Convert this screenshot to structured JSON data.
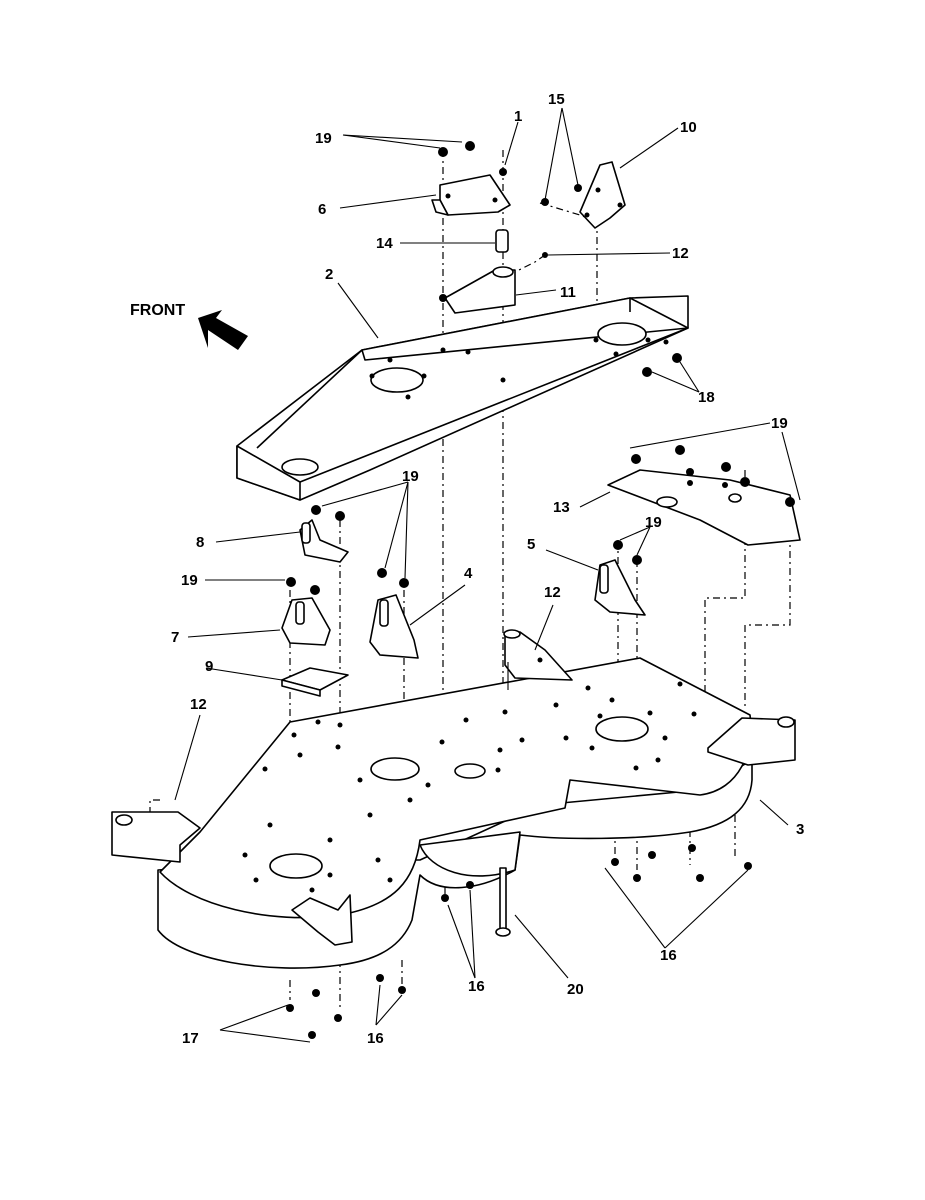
{
  "front_label": "FRONT",
  "callouts": {
    "c1": "1",
    "c2": "2",
    "c3": "3",
    "c4": "4",
    "c5": "5",
    "c6": "6",
    "c7": "7",
    "c8": "8",
    "c9": "9",
    "c10": "10",
    "c11": "11",
    "c12a": "12",
    "c12b": "12",
    "c12c": "12",
    "c13": "13",
    "c14": "14",
    "c15": "15",
    "c16a": "16",
    "c16b": "16",
    "c16c": "16",
    "c17": "17",
    "c18": "18",
    "c19a": "19",
    "c19b": "19",
    "c19c": "19",
    "c19d": "19",
    "c19e": "19",
    "c20": "20"
  }
}
